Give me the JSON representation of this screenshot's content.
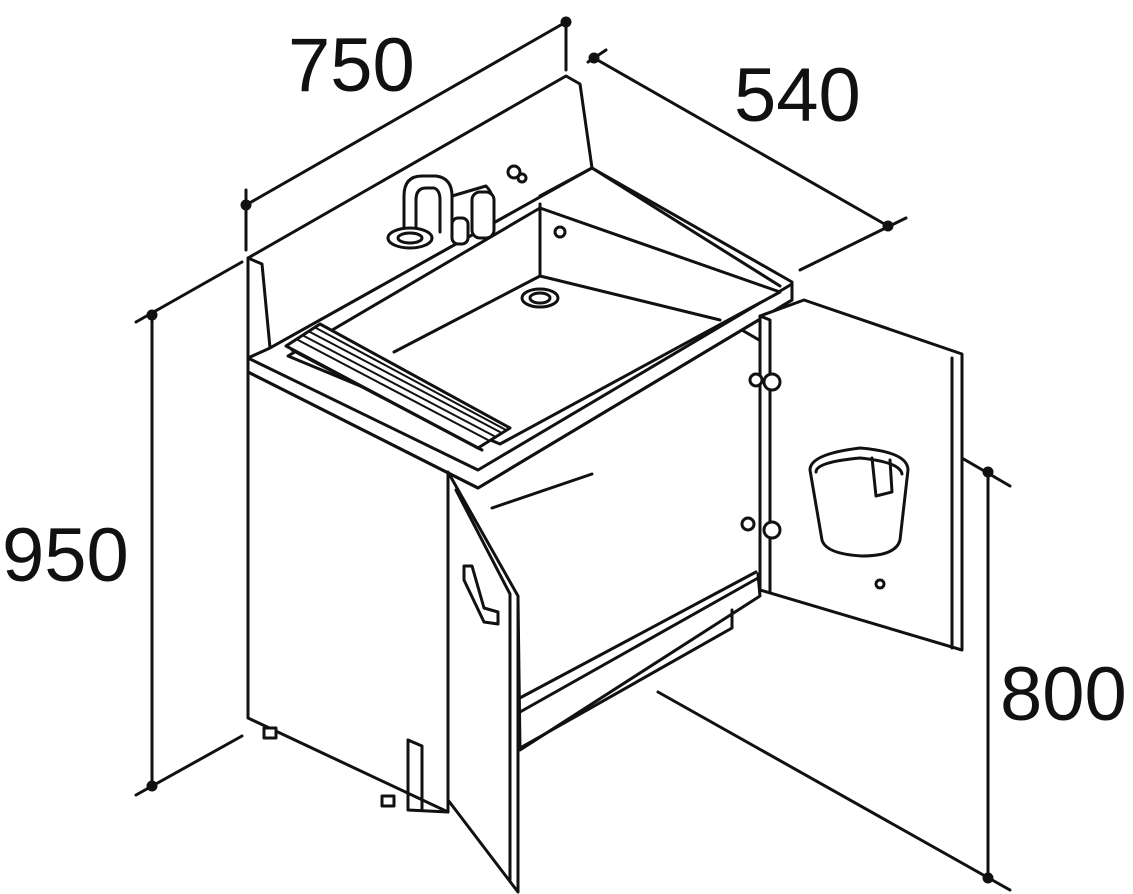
{
  "dimensions": {
    "width": "750",
    "depth": "540",
    "height": "950",
    "counter_height": "800"
  },
  "colors": {
    "line": "#111111",
    "background": "#ffffff"
  }
}
